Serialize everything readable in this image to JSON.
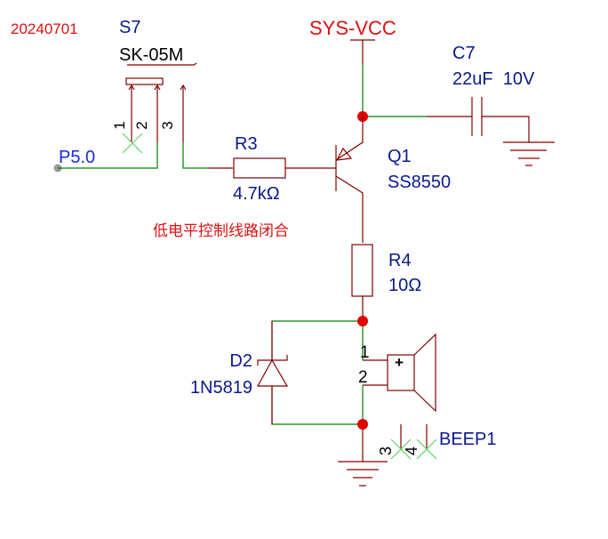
{
  "date_label": "20240701",
  "power_net": "SYS-VCC",
  "note": "低电平控制线路闭合",
  "components": {
    "switch": {
      "designator": "S7",
      "part": "SK-05M",
      "pins": [
        "1",
        "2",
        "3"
      ]
    },
    "r3": {
      "designator": "R3",
      "value": "4.7kΩ"
    },
    "q1": {
      "designator": "Q1",
      "part": "SS8550"
    },
    "c7": {
      "designator": "C7",
      "value": "22uF  10V"
    },
    "r4": {
      "designator": "R4",
      "value": "10Ω"
    },
    "d2": {
      "designator": "D2",
      "part": "1N5819"
    },
    "buzzer": {
      "designator": "BEEP1",
      "pins": [
        "1",
        "2",
        "3",
        "4"
      ],
      "polarity": "+"
    }
  },
  "net_labels": {
    "p50": "P5.0"
  },
  "colors": {
    "wire": "#800000",
    "net_wire": "#008000",
    "junction": "#e00000",
    "label": "#0a1a8a",
    "title": "#e01010"
  }
}
